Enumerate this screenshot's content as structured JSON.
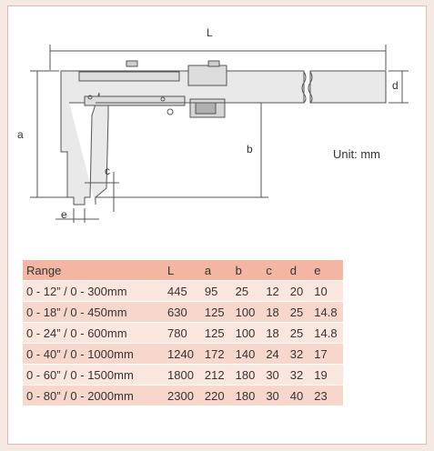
{
  "diagram": {
    "labels": {
      "L": "L",
      "a": "a",
      "b": "b",
      "c": "c",
      "d": "d",
      "e": "e"
    },
    "unit": "Unit: mm"
  },
  "table": {
    "headers": [
      "Range",
      "L",
      "a",
      "b",
      "c",
      "d",
      "e"
    ],
    "rows": [
      [
        "0 - 12” / 0 - 300mm",
        "445",
        "95",
        "25",
        "12",
        "20",
        "10"
      ],
      [
        "0 - 18” / 0 - 450mm",
        "630",
        "125",
        "100",
        "18",
        "25",
        "14.8"
      ],
      [
        "0 - 24” / 0 - 600mm",
        "780",
        "125",
        "100",
        "18",
        "25",
        "14.8"
      ],
      [
        "0 - 40” / 0 - 1000mm",
        "1240",
        "172",
        "140",
        "24",
        "32",
        "17"
      ],
      [
        "0 - 60” / 0 - 1500mm",
        "1800",
        "212",
        "180",
        "30",
        "32",
        "19"
      ],
      [
        "0 - 80” / 0 - 2000mm",
        "2300",
        "220",
        "180",
        "30",
        "40",
        "23"
      ]
    ]
  }
}
